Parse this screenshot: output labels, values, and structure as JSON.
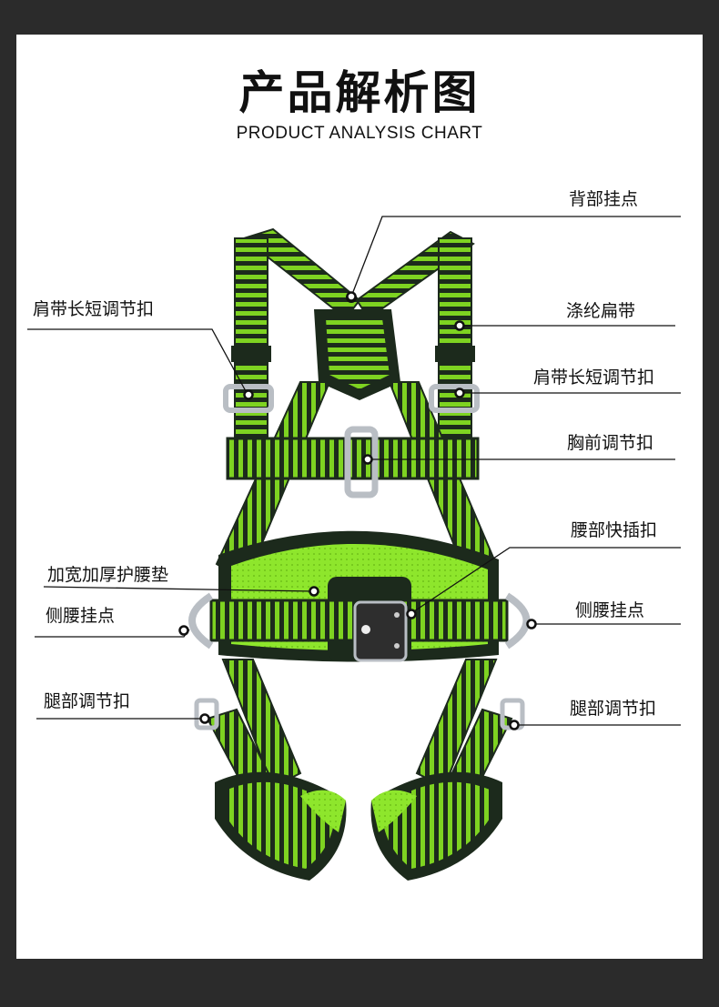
{
  "header": {
    "title": "产品解析图",
    "subtitle": "PRODUCT ANALYSIS CHART"
  },
  "labels": {
    "back_anchor": "背部挂点",
    "shoulder_adjuster_left": "肩带长短调节扣",
    "polyester_webbing": "涤纶扁带",
    "shoulder_adjuster_right": "肩带长短调节扣",
    "chest_buckle": "胸前调节扣",
    "waist_quick_buckle": "腰部快插扣",
    "waist_pad": "加宽加厚护腰垫",
    "side_anchor_left": "侧腰挂点",
    "side_anchor_right": "侧腰挂点",
    "leg_buckle_left": "腿部调节扣",
    "leg_buckle_right": "腿部调节扣"
  },
  "colors": {
    "frame": "#2b2b2b",
    "strap_green": "#7ed321",
    "strap_dark": "#1c2a1c",
    "pad_green": "#8ee62c",
    "metal": "#b9bec4"
  }
}
